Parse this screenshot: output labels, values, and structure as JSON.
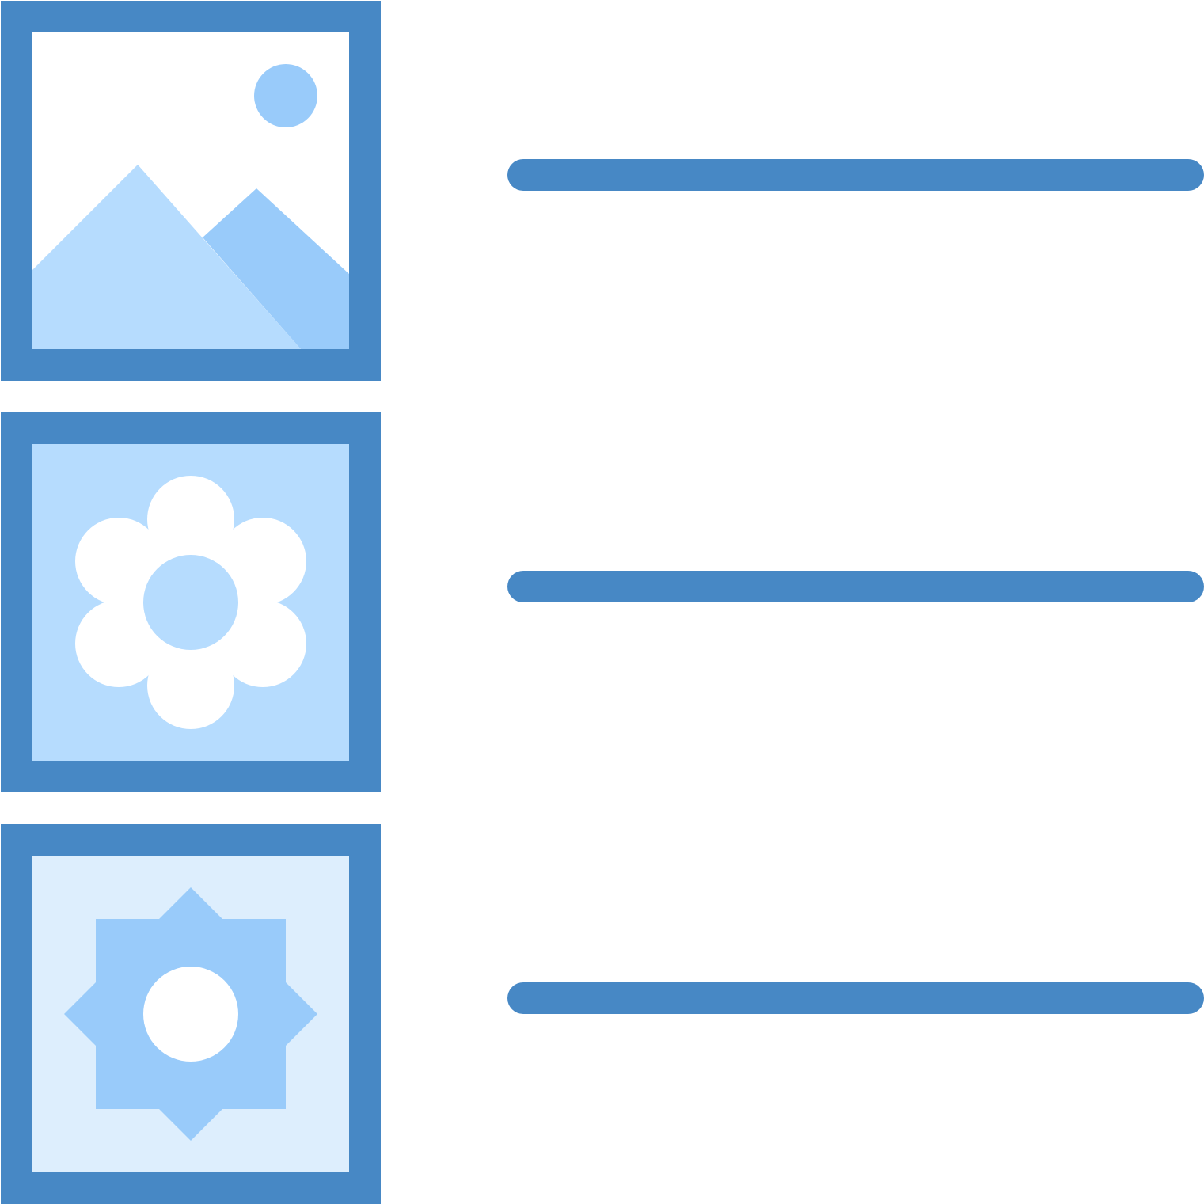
{
  "items": [
    {
      "thumbnail_icon": "landscape-picture-icon",
      "line_icon": "text-line-placeholder"
    },
    {
      "thumbnail_icon": "flower-icon",
      "line_icon": "text-line-placeholder"
    },
    {
      "thumbnail_icon": "sun-badge-icon",
      "line_icon": "text-line-placeholder"
    }
  ],
  "colors": {
    "frame": "#4788C5",
    "landscape_background": "#FFFFFF",
    "landscape_sun": "#99CBFA",
    "landscape_mountain_front": "#B6DCFE",
    "landscape_mountain_back": "#99CBFA",
    "flower_background": "#B6DCFE",
    "flower_petals": "#FFFFFF",
    "flower_center": "#B6DCFE",
    "sun_background": "#DDEEFD",
    "sun_star": "#99CBFA",
    "sun_center": "#FFFFFF",
    "lines": "#4788C5"
  }
}
